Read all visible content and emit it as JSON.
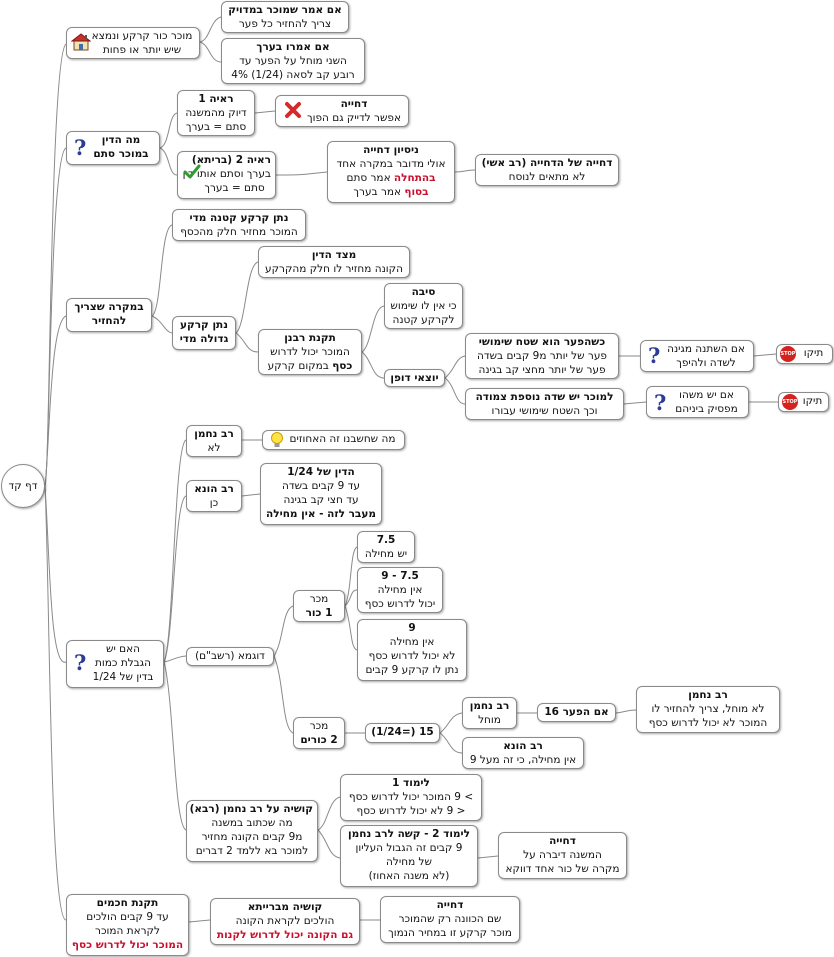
{
  "root": {
    "label": "דף קד"
  },
  "n1": {
    "text": [
      "מוכר כור קרקע ונמצא",
      "שיש יותר או פחות"
    ]
  },
  "n1a": {
    "title": "אם אמר שמוכר במדויק",
    "lines": [
      "צריך להחזיר כל פער"
    ]
  },
  "n1b": {
    "title": "אם אמרו בערך",
    "lines": [
      "השני מוחל על הפער עד",
      "רובע קב לסאה (1/24) 4%"
    ]
  },
  "n2": {
    "title": "מה הדין",
    "lines": [
      "במוכר סתם"
    ]
  },
  "n2a": {
    "title": "ראיה 1",
    "lines": [
      "דיוק מהמשנה",
      "סתם = בערך"
    ]
  },
  "n2a1": {
    "title": "דחייה",
    "lines": [
      "אפשר לדייק גם הפוך"
    ]
  },
  "n2b": {
    "title": "ראיה 2 (בריתא)",
    "lines": [
      "בערך וסתם אותו דין",
      "סתם = בערך"
    ]
  },
  "n2b1": {
    "title": "ניסיון דחייה",
    "lines": [
      "אולי מדובר במקרה אחד"
    ],
    "l2_red": "בהתחלה",
    "l2": " אמר סתם",
    "l3_red": "בסוף",
    "l3": " אמר בערך"
  },
  "n2b2": {
    "title": "דחייה של הדחייה (רב אשי)",
    "lines": [
      "לא מתאים לנוסח"
    ]
  },
  "n3": {
    "title": "במקרה שצריך",
    "lines": [
      "להחזיר"
    ]
  },
  "n3a": {
    "title": "נתן קרקע קטנה מדי",
    "lines": [
      "המוכר מחזיר חלק מהכסף"
    ]
  },
  "n3b": {
    "title": "נתן קרקע",
    "lines": [
      "גדולה מדי"
    ]
  },
  "n3b1": {
    "title": "מצד הדין",
    "lines": [
      "הקונה מחזיר לו חלק מהקרקע"
    ]
  },
  "n3b2": {
    "title": "תקנת רבנן",
    "lines": [
      "המוכר יכול לדרוש"
    ],
    "l3_b": "כסף",
    "l3": "  במקום קרקע"
  },
  "n3b2a": {
    "title": "סיבה",
    "lines": [
      "כי אין לו שימוש",
      "לקרקע קטנה"
    ]
  },
  "n3b2b": {
    "title": "יוצאי דופן",
    "lines": []
  },
  "n3b2b1": {
    "title": "כשהפער הוא שטח שימושי",
    "lines": [
      "פער של יותר מ9  קבים בשדה",
      "פער של יותר מחצי קב בגינה"
    ]
  },
  "n3b2b1a": {
    "lines": [
      "אם השתנה מגינה",
      "לשדה ולהיפך"
    ]
  },
  "n3b2b1b": {
    "lines": [
      "תיקו"
    ]
  },
  "n3b2b2": {
    "title": "למוכר יש שדה  נוספת צמודה",
    "lines": [
      "וכך השטח שימושי עבורו"
    ]
  },
  "n3b2b2a": {
    "lines": [
      "אם יש משהו",
      "מפסיק ביניהם"
    ]
  },
  "n3b2b2b": {
    "lines": [
      "תיקו"
    ]
  },
  "n4": {
    "lines": [
      "האם יש",
      "הגבלת כמות",
      "בדין של 1/24"
    ]
  },
  "n4a": {
    "title": "רב נחמן",
    "lines": [
      "לא"
    ]
  },
  "n4a1": {
    "lines": [
      "מה שחשבנו זה האחוזים"
    ]
  },
  "n4b": {
    "title": "רב הונא",
    "lines": [
      "כן"
    ]
  },
  "n4b1": {
    "title": "הדין של 1/24",
    "lines": [
      "עד 9 קבים בשדה",
      "עד חצי קב בגינה"
    ],
    "last_b": "מעבר לזה - אין מחילה"
  },
  "n4c": {
    "lines": [
      "דוגמא (רשב\"ם)"
    ]
  },
  "n4c1": {
    "lines": [
      "מכר"
    ],
    "b": "1 כור"
  },
  "n4c1a": {
    "title": "7.5",
    "lines": [
      "יש מחילה"
    ]
  },
  "n4c1b": {
    "title": "7.5 - 9",
    "lines": [
      "אין מחילה",
      "יכול לדרוש כסף"
    ]
  },
  "n4c1c": {
    "title": "9",
    "lines": [
      "אין מחילה",
      "לא יכול לדרוש כסף",
      "נתן לו קרקע 9 קבים"
    ]
  },
  "n4c2": {
    "lines": [
      "מכר"
    ],
    "b": "2 כורים"
  },
  "n4c2a": {
    "title": "15  (=1/24)",
    "lines": []
  },
  "n4c2a1": {
    "title": "רב נחמן",
    "lines": [
      "מוחל"
    ]
  },
  "n4c2a1a": {
    "title": "אם הפער 16",
    "lines": []
  },
  "n4c2a1a1": {
    "title": "רב נחמן",
    "lines": [
      "לא מוחל, צריך להחזיר לו",
      "המוכר לא יכול לדרוש כסף"
    ]
  },
  "n4c2a2": {
    "title": "רב הונא",
    "lines": [
      "אין מחילה, כי זה מעל 9"
    ]
  },
  "n4d": {
    "title": "קושיה על רב נחמן (רבא)",
    "lines": [
      "מה שכתוב במשנה",
      "מ9 קבים הקונה מחזיר",
      "למוכר בא ללמד 2 דברים"
    ]
  },
  "n4d1": {
    "title": "לימוד 1",
    "lines": [
      "> 9 המוכר יכול לדרוש כסף",
      "<  9  לא יכול לדרוש כסף"
    ]
  },
  "n4d2": {
    "title": "לימוד  2 - קשה לרב נחמן",
    "lines": [
      "9 קבים זה הגבול העליון",
      "של מחילה",
      "(לא משנה האחוז)"
    ]
  },
  "n4d2a": {
    "title": "דחייה",
    "lines": [
      "המשנה דיברה על",
      "מקרה של כור אחד דווקא"
    ]
  },
  "n5": {
    "title": "תקנת חכמים",
    "lines": [
      "עד 9 קבים הולכים",
      "לקראת המוכר"
    ],
    "red": "המוכר יכול לדרוש כסף"
  },
  "n5a": {
    "title": "קושיה מברייתא",
    "lines": [
      "הולכים לקראת הקונה"
    ],
    "red": "גם הקונה יכול לדרוש לקנות"
  },
  "n5a1": {
    "title": "דחייה",
    "lines": [
      "שם הכוונה רק שהמוכר",
      "מוכר קרקע זו במחיר הנמוך"
    ]
  },
  "icons": [
    "house-icon",
    "question-icon",
    "x-icon",
    "check-icon",
    "lightbulb-icon",
    "stop-icon"
  ],
  "colors": {
    "red_text": "#c8102e",
    "question": "#2b3c96",
    "check": "#2e9e2e",
    "x": "#d42a2a",
    "stop": "#d4231f",
    "line": "#8a8a8a"
  }
}
